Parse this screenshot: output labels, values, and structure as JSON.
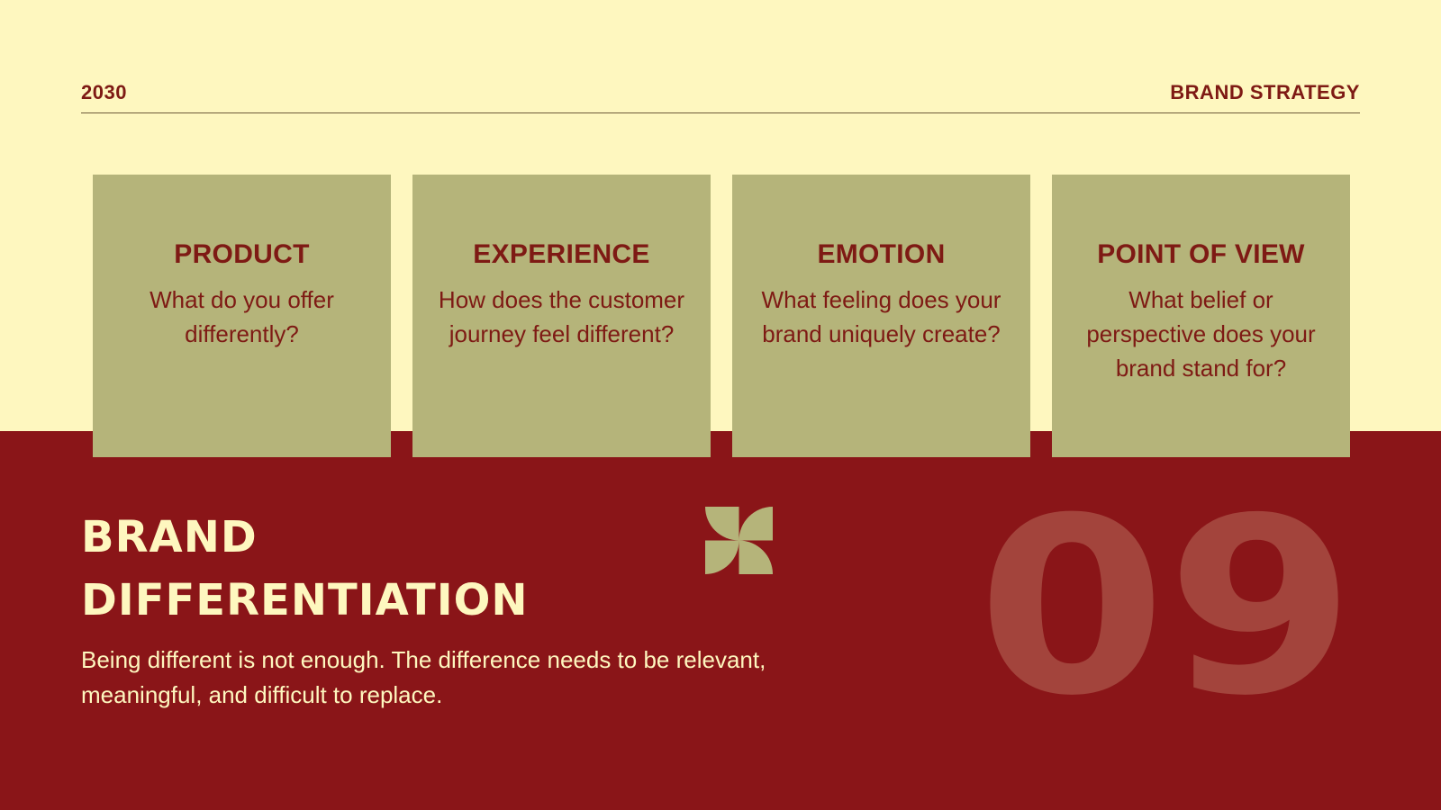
{
  "header": {
    "year": "2030",
    "section": "BRAND STRATEGY"
  },
  "cards": [
    {
      "title": "PRODUCT",
      "text": "What do you offer differently?"
    },
    {
      "title": "EXPERIENCE",
      "text": "How does the customer journey feel different?"
    },
    {
      "title": "EMOTION",
      "text": "What feeling does your brand uniquely create?"
    },
    {
      "title": "POINT OF VIEW",
      "text": "What belief or perspective does your brand stand for?"
    }
  ],
  "main": {
    "title_line1": "BRAND",
    "title_line2": "DIFFERENTIATION",
    "description": "Being different is not enough. The difference needs to be relevant, meaningful, and difficult to replace.",
    "page_number": "09"
  },
  "colors": {
    "cream": "#FEF7BF",
    "maroon": "#8A1518",
    "olive": "#B5B47A",
    "number_tint": "#A3443C",
    "text_dark": "#7E1A14"
  },
  "icons": {
    "decor": "pinwheel-icon"
  }
}
